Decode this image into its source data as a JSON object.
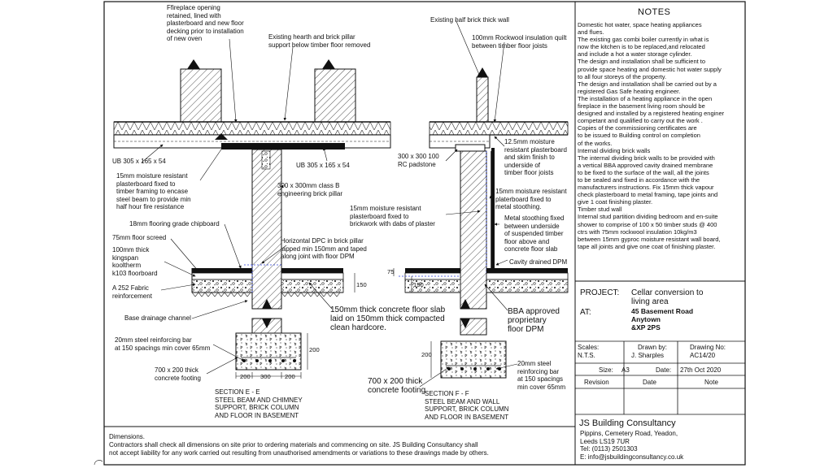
{
  "notes": {
    "title": "NOTES",
    "body": "  Domestic hot water, space heating appliances\n  and flues.\nThe existing gas combi boiler currently in what is\nnow the kitchen  is to be replaced,and relocated\nand include a hot a water storage cylinder.\nThe design and installation shall be sufficient to\nprovide space heating and domestic hot water supply\nto all four storeys of the property.\nThe design and installation shall be carried out by a\nregistered Gas Safe heating engineer.\nThe installation of a heating appliance in the open\nfireplace in the basement living room should be\ndesigned and installed by a registered heating enginer\ncompetant and qualified to carry out the work .\nCopies of the commissioning certificates are\nto be issued to Building control on completion\nof the works.\nInternal dividing brick walls\n  The internal dividing brick walls to be provided with\n  a vertical BBA approved cavity drained membrane\n  to be fixed to the surface of the wall, all the joints\n  to be sealed and fixed in accordance with the\n  manufacturers instructions. Fix 15mm thick vapour\n  check plasterboard to metal framing, tape joints and\n  give 1 coat finishing plaster.\nTimber stud wall\nInternal  stud partition dividing bedroom and en-suite\nshower to comprise of 100 x 50 timber studs @ 400\nctrs with 75mm rockwool insulation 10kg/m3\nbetween 15mm gyproc moisture resistant wall board,\ntape all joints and give one coat of finishing plaster."
  },
  "project": {
    "label": "PROJECT:",
    "name": "Cellar conversion to\nliving area",
    "at_label": "AT:",
    "address": "45 Basement Road\nAnytown\n&XP 2PS"
  },
  "titleblock": {
    "scales_label": "Scales:",
    "scales_value": "N.T.S.",
    "drawn_label": "Drawn by:",
    "drawn_value": "J. Sharples",
    "drawing_no_label": "Drawing No:",
    "drawing_no_value": "AC14/20",
    "size_label": "Size:",
    "size_value": "A3",
    "date_label": "Date:",
    "date_value": "27th Oct 2020",
    "revision_label": "Revision",
    "rev_date_label": "Date",
    "note_label": "Note"
  },
  "company": {
    "name": "JS Building Consultancy",
    "address": "Pippins, Cemetery Road, Yeadon,\nLeeds LS19 7UR\nTel: (0113) 2501303\nE: info@jsbuildingconsultancy.co.uk"
  },
  "dimensions_note": {
    "heading": "Dimensions.",
    "body": "Contractors shall check all dimensions on site prior to ordering materials and commencing on site. JS Building Consultancy shall\n not accept liability for any  work carried out resulting from unauthorised  amendments or variations to these  drawings made by others."
  },
  "section_ee": {
    "labels": {
      "fireplace": "Ffireplace opening\nretained, lined with\nplasterboard and new floor\ndecking prior to installation\nof new oven",
      "hearth": "Existing hearth and brick pillar\nsupport below timber floor removed",
      "ub_left": "UB 305 x 165 x 54",
      "ub_right": "UB 305 x 165 x 54",
      "plasterboard": "15mm moisture resistant\nplasterboard fixed to\ntimber framing to encase\nsteel beam to provide min\nhalf hour fire resistance",
      "pillar": "300 x 300mm class B\nengineering brick pillar",
      "chipboard": "18mm flooring grade chipboard",
      "screed": "75mm floor screed",
      "kingspan": "100mm thick\nkingspan\nkooltherm\nk103 floorboard",
      "dpc": "Horizontal DPC in brick pillar\nlapped min 150mm and taped\nalong joint with floor DPM",
      "fabric": "A 252 Fabric\nreinforcement",
      "drainage": "Base drainage channel",
      "slab": "150mm thick concrete floor slab\nlaid on 150mm thick compacted\nclean hardcore.",
      "bar": "20mm steel reinforcing bar\nat 150 spacings min cover 65mm",
      "footing": "700 x 200 thick\nconcrete footing",
      "title": "SECTION E - E\nSTEEL BEAM AND CHIMNEY\nSUPPORT, BRICK COLUMN\nAND FLOOR IN BASEMENT",
      "d200a": "200",
      "d300": "300",
      "d200b": "200",
      "dh200": "200",
      "d150": "150"
    }
  },
  "section_ff": {
    "labels": {
      "halfbrick": "Existing half brick thick wall",
      "rockwool": "100mm Rockwool insulation quilt\nbetween timber floor joists",
      "padstone": "300 x 300 100\nRC padstone",
      "mr_board": "12.5mm moisture\nresistant plasterboard\nand skim finish to\nunderside of\ntimber  floor joists",
      "pb_dabs": "15mm moisture resistant\nplasterboard fixed to\nbrickwork with dabs of plaster",
      "pb_metal": "15mm moisture resistant\nplaterboard  fixed  to\nmetal stoothing.",
      "stoothing": "Metal stoothing fixed\nbetween underside\nof suspended timber\nfloor above  and\nconcrete floor slab",
      "cavity": "Cavity drained DPM",
      "bba": "BBA approved\nproprietary\nfloor DPM",
      "footing": "700 x 200 thick\nconcrete footing",
      "bar": "20mm steel\nreinforcing bar\nat 150 spacings\nmin cover 65mm",
      "title": "SECTION F - F\nSTEEL BEAM AND WALL\nSUPPORT, BRICK COLUMN\nAND FLOOR IN BASEMENT",
      "d75": "75",
      "d150": "150",
      "dh200": "200"
    }
  }
}
